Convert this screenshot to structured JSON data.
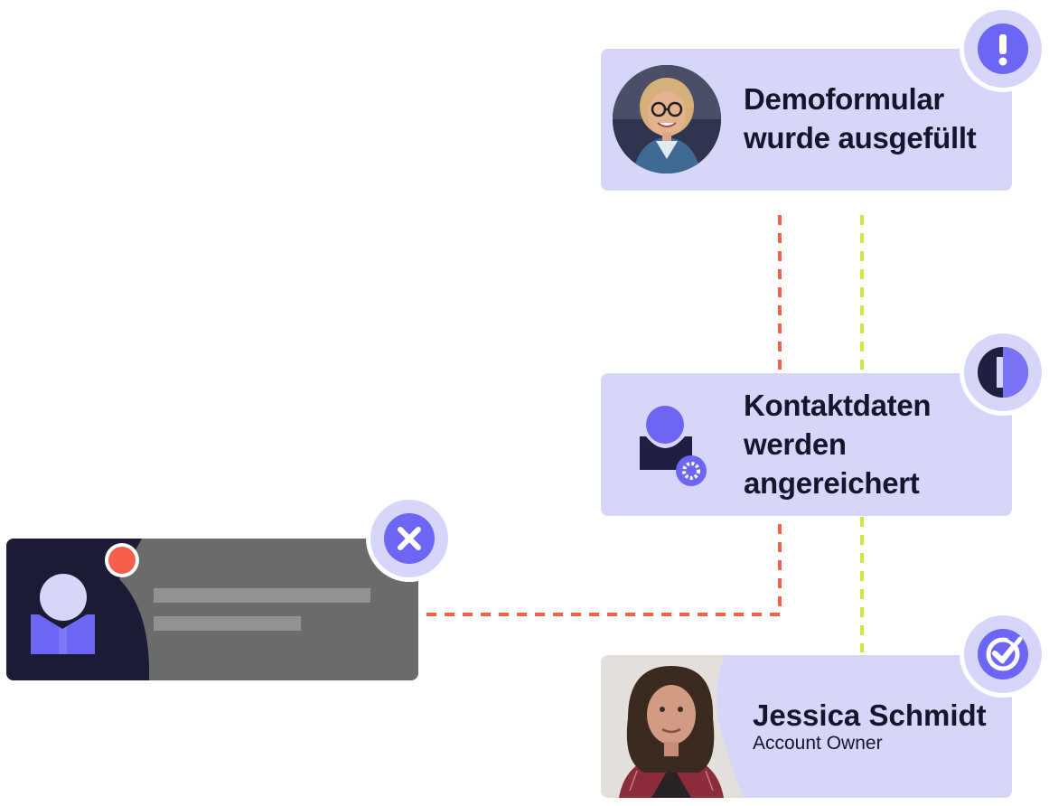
{
  "steps": {
    "form": {
      "line1": "Demoformular",
      "line2": "wurde ausgefüllt",
      "badge_icon": "exclamation-icon"
    },
    "enrich": {
      "line1": "Kontaktdaten",
      "line2": "werden",
      "line3": "angereichert",
      "badge_icon": "half-circle-icon",
      "icon": "user-gear-icon"
    },
    "owner": {
      "name": "Jessica Schmidt",
      "role": "Account Owner",
      "badge_icon": "check-icon"
    },
    "rejected": {
      "badge_icon": "close-icon",
      "icon": "user-icon",
      "status": "red-dot"
    }
  },
  "colors": {
    "card": "#d6d6fb",
    "accent": "#6d66f4",
    "dark": "#1b1b35",
    "red_line": "#f4604a",
    "green_line": "#c4eb46"
  }
}
